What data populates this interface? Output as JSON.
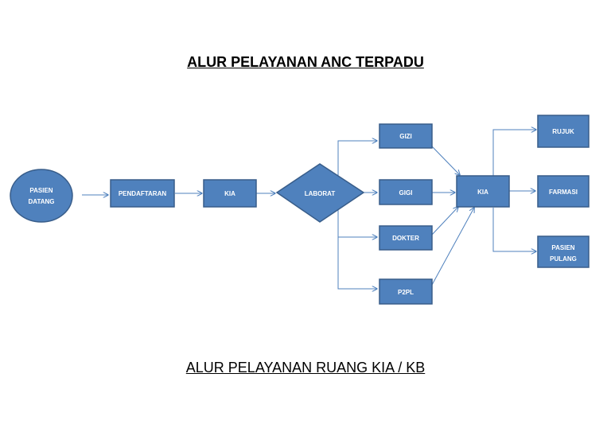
{
  "title": "ALUR PELAYANAN ANC TERPADU",
  "subtitle": "ALUR PELAYANAN RUANG KIA / KB",
  "colors": {
    "node_fill": "#4f81bd",
    "node_stroke": "#385d8a",
    "arrow": "#4f81bd"
  },
  "nodes": {
    "pasien_datang": [
      "PASIEN",
      "DATANG"
    ],
    "pendaftaran": "PENDAFTARAN",
    "kia1": "KIA",
    "laborat": "LABORAT",
    "gizi": "GIZI",
    "gigi": "GIGI",
    "dokter": "DOKTER",
    "p2pl": "P2PL",
    "kia2": "KIA",
    "rujuk": "RUJUK",
    "farmasi": "FARMASI",
    "pasien_pulang": [
      "PASIEN",
      "PULANG"
    ]
  }
}
